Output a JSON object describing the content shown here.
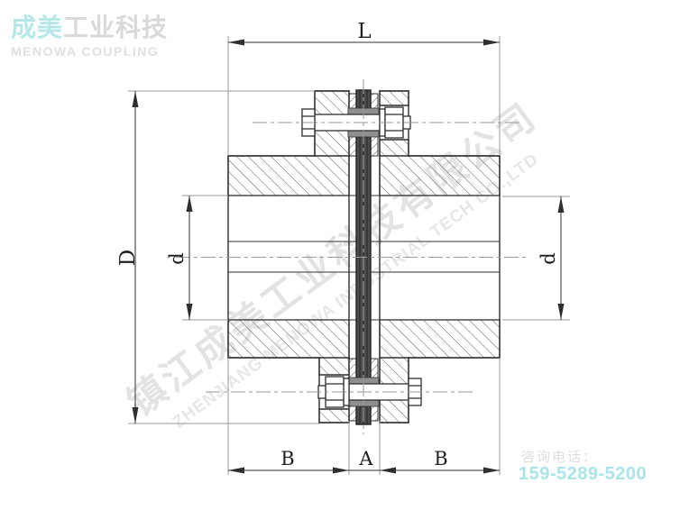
{
  "brand": {
    "name_cn_primary": "成美",
    "name_cn_secondary": "工业科技",
    "name_en": "MENOWA COUPLING"
  },
  "watermark": {
    "company_cn": "镇江成美工业科技有限公司",
    "company_en": "ZHENJIANG MENOWA INDUSTRIAL TECH CO.,LTD"
  },
  "contact": {
    "label": "咨询电话：",
    "phone": "159-5289-5200"
  },
  "drawing": {
    "type": "flexible disc coupling cross-section",
    "dimension_labels": {
      "overall_length": "L",
      "flange_diameter": "D",
      "bore_left": "d",
      "bore_right": "d",
      "hub_width_left": "B",
      "center_gap": "A",
      "hub_width_right": "B"
    },
    "colors": {
      "accent_cyan": "#a9e4e8",
      "light_gray_text": "#dedede",
      "line_dark": "#2f2f2f",
      "line_thin": "#9a9a9a",
      "disc_pack_fill": "#4d4d4d",
      "watermark_gray": "#e3e3e3"
    }
  }
}
